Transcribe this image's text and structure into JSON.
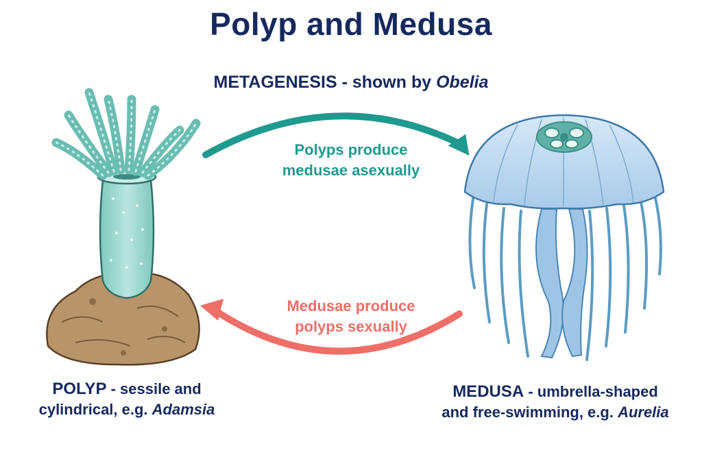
{
  "title": "Polyp and Medusa",
  "subtitle": {
    "term": "METAGENESIS",
    "rest": " - shown by ",
    "example": "Obelia"
  },
  "arrows": {
    "top": {
      "line1": "Polyps produce",
      "line2": "medusae asexually",
      "color": "#1f9a8f"
    },
    "bottom": {
      "line1": "Medusae produce",
      "line2": "polyps sexually",
      "color": "#ee6f68"
    }
  },
  "polyp": {
    "term": "POLYP",
    "desc1": " - sessile and",
    "desc2": "cylindrical, e.g. ",
    "example": "Adamsia"
  },
  "medusa": {
    "term": "MEDUSA",
    "desc1": " - umbrella-shaped",
    "desc2": "and free-swimming, e.g. ",
    "example": "Aurelia"
  },
  "colors": {
    "heading": "#16295e",
    "polyp_body": "#9ed9cf",
    "medusa_bell": "#bcd8f0",
    "rock": "#b8946a"
  }
}
